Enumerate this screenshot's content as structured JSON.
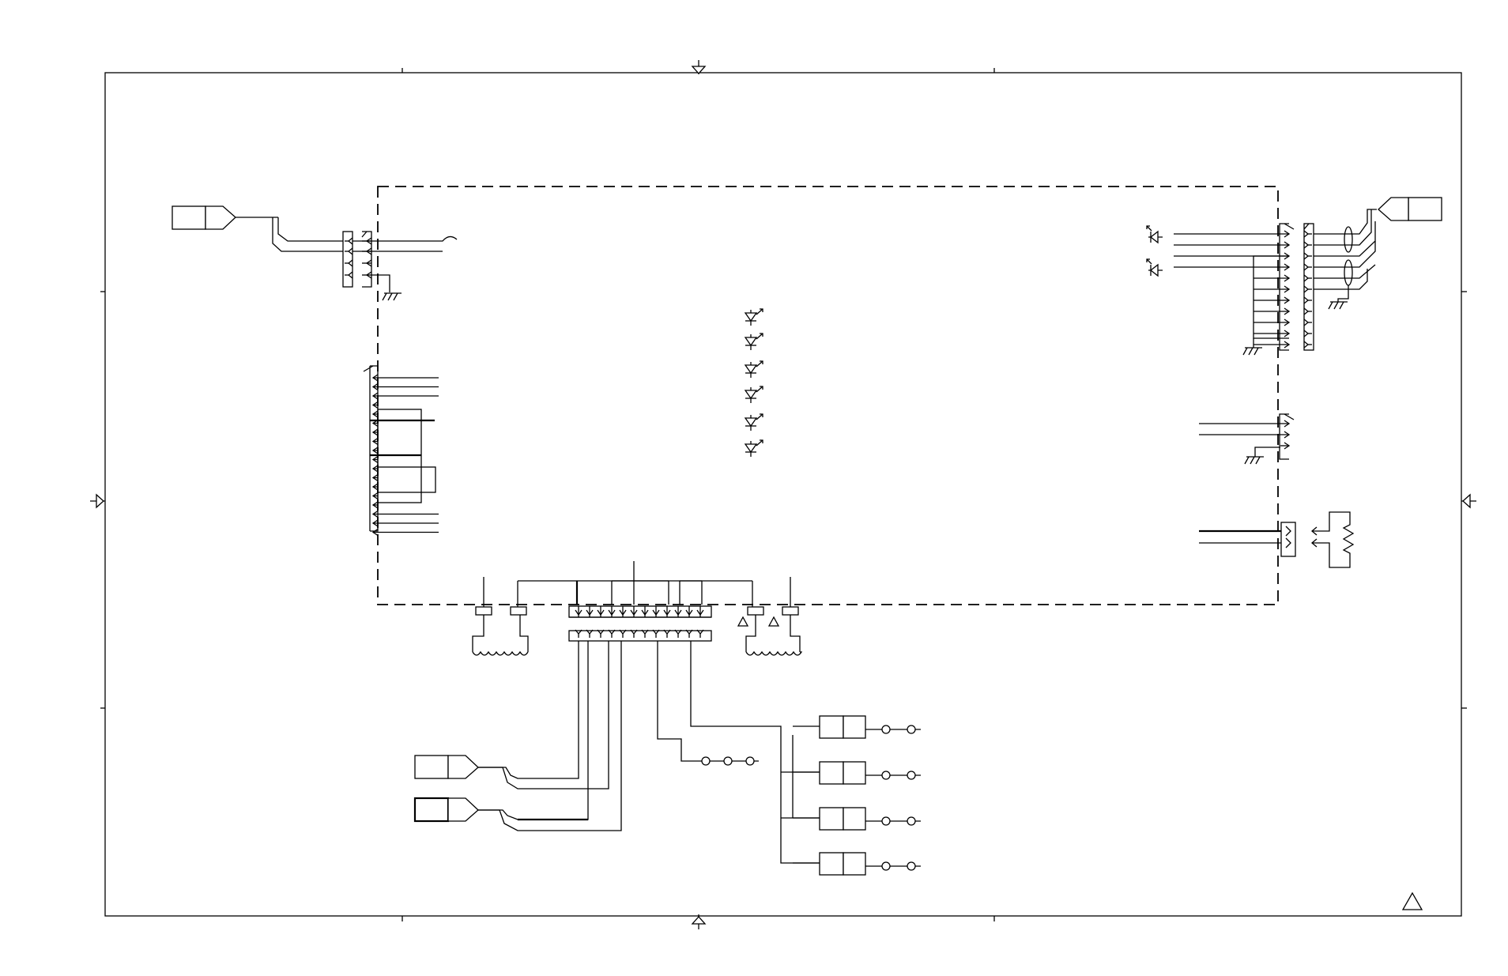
{
  "page": {
    "background": "#ffffff",
    "line_color": "#000000"
  },
  "sheet": {
    "revision_marker": "triangle-icon"
  },
  "board": {
    "outline": "dashed"
  },
  "leds_center": {
    "count": 6,
    "icon": "led-icon"
  },
  "leds_right": {
    "count": 2,
    "icon": "led-icon"
  },
  "bottom_right_relays": {
    "count": 4
  },
  "left_connector_pins": {
    "count": 18
  },
  "bottom_connector_pins": {
    "count": 12
  }
}
